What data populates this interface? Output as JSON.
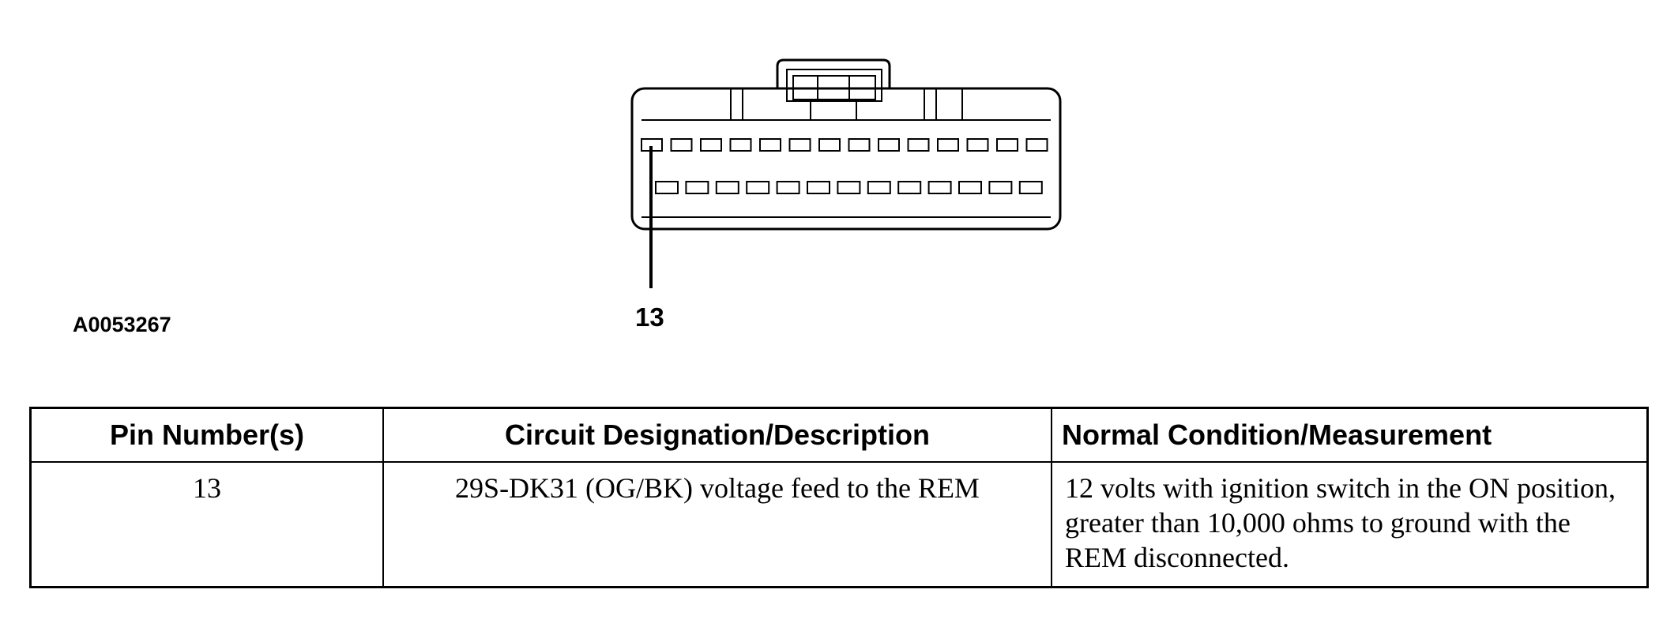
{
  "figure": {
    "figure_id": "A0053267",
    "pin_callout": "13",
    "connector": {
      "top_row_cavities": 14,
      "bottom_row_cavities": 13
    }
  },
  "table": {
    "headers": [
      "Pin Number(s)",
      "Circuit Designation/Description",
      "Normal Condition/Measurement"
    ],
    "rows": [
      {
        "pin": "13",
        "circuit": "29S-DK31 (OG/BK) voltage feed to the REM",
        "condition": "12 volts with ignition switch in the ON position, greater than 10,000 ohms to ground with the REM disconnected."
      }
    ]
  }
}
